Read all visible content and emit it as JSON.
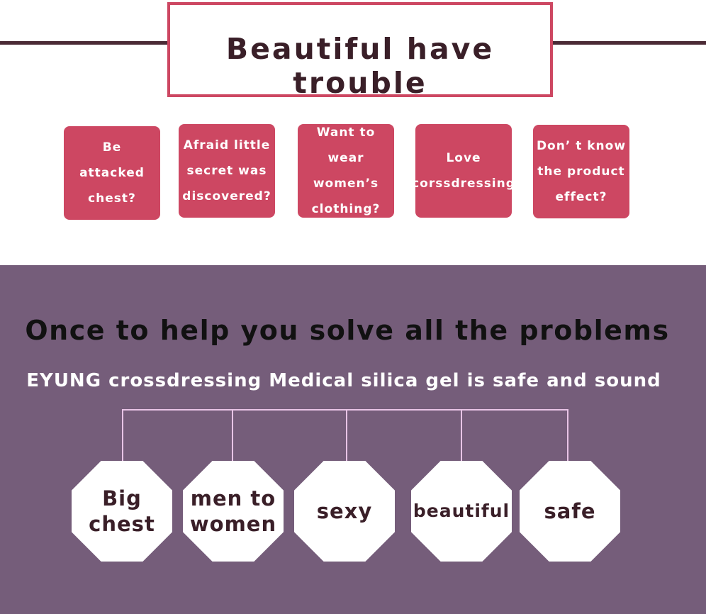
{
  "header": {
    "title": "Beautiful have trouble"
  },
  "problems": [
    {
      "text": "Be\nattacked\nchest?"
    },
    {
      "text": "Afraid little\nsecret was\ndiscovered?"
    },
    {
      "text": "Want to wear\nwomen’s\nclothing?"
    },
    {
      "text": "Love\ncorssdressing"
    },
    {
      "text": "Don’ t know\nthe product\neffect?"
    }
  ],
  "solution": {
    "headline": "Once to help you solve all the problems",
    "subline": "EYUNG crossdressing Medical silica gel is safe and sound"
  },
  "features": [
    {
      "text": "Big\nchest"
    },
    {
      "text": "men to\nwomen"
    },
    {
      "text": "sexy"
    },
    {
      "text": "beautiful"
    },
    {
      "text": "safe"
    }
  ],
  "colors": {
    "accent": "#cd4762",
    "dark_line": "#4b2a35",
    "purple_bg": "#755d7a",
    "connector": "#e8c4e6"
  }
}
